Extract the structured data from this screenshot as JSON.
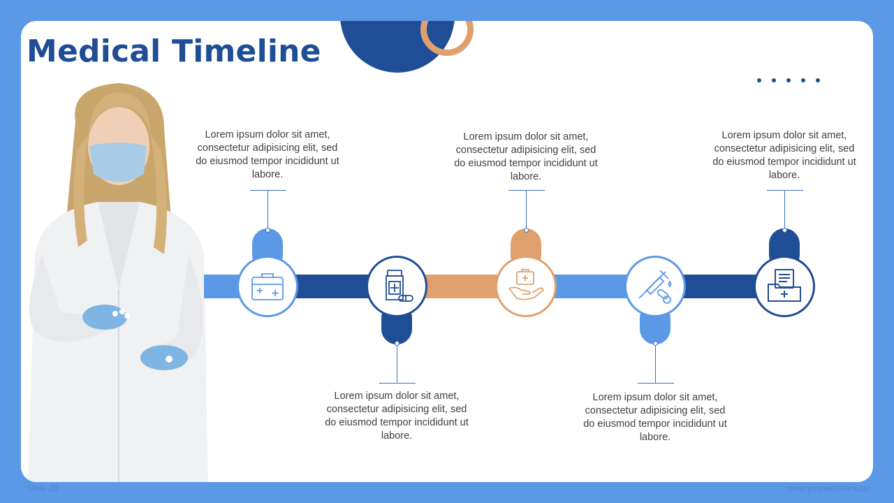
{
  "slide": {
    "title": "Medical Timeline",
    "footer_left": "Slide 20",
    "footer_right": "www.yourwebsite.com"
  },
  "colors": {
    "background": "#5b98e6",
    "navy": "#1f4d96",
    "sky": "#5b98e6",
    "peach": "#e0a06e",
    "text": "#404040"
  },
  "timeline": {
    "steps": [
      {
        "icon": "first-aid-kit-icon",
        "text": "Lorem ipsum dolor sit amet, consectetur adipisicing elit, sed do eiusmod tempor incididunt ut labore.",
        "position": "top",
        "color": "#5b98e6"
      },
      {
        "icon": "medicine-bottle-icon",
        "text": "Lorem ipsum dolor sit amet, consectetur adipisicing elit, sed do eiusmod tempor incididunt ut labore.",
        "position": "bottom",
        "color": "#1f4d96"
      },
      {
        "icon": "hand-medkit-icon",
        "text": "Lorem ipsum dolor sit amet, consectetur adipisicing elit, sed do eiusmod tempor incididunt ut labore.",
        "position": "top",
        "color": "#e0a06e"
      },
      {
        "icon": "syringe-pills-icon",
        "text": "Lorem ipsum dolor sit amet, consectetur adipisicing elit, sed do eiusmod tempor incididunt ut labore.",
        "position": "bottom",
        "color": "#5b98e6"
      },
      {
        "icon": "medical-folder-icon",
        "text": "Lorem ipsum dolor sit amet, consectetur adipisicing elit, sed do eiusmod tempor incididunt ut labore.",
        "position": "top",
        "color": "#1f4d96"
      }
    ]
  }
}
